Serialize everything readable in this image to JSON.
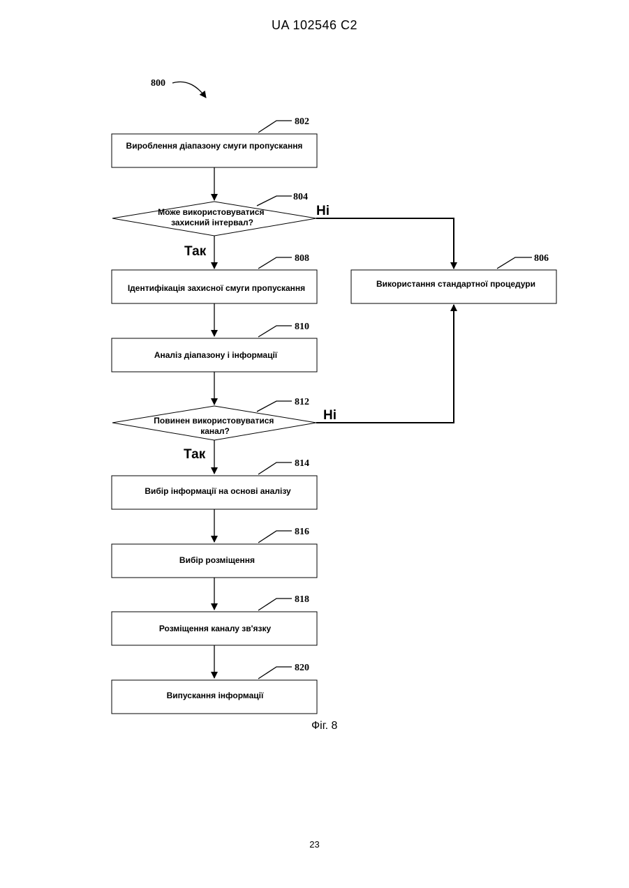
{
  "header": {
    "text": "UA   102546   C2"
  },
  "page_number": "23",
  "figure": {
    "ref": "800",
    "caption": "Фіг. 8",
    "steps": {
      "s802": {
        "ref": "802",
        "lines": [
          "Вироблення діапазону смуги пропускання"
        ]
      },
      "s804": {
        "ref": "804",
        "lines": [
          "Може використовуватися",
          "захисний інтервал?"
        ]
      },
      "s806": {
        "ref": "806",
        "lines": [
          "Використання стандартної процедури"
        ]
      },
      "s808": {
        "ref": "808",
        "lines": [
          "Ідентифікація захисної смуги пропускання"
        ]
      },
      "s810": {
        "ref": "810",
        "lines": [
          "Аналіз діапазону і інформації"
        ]
      },
      "s812": {
        "ref": "812",
        "lines": [
          "Повинен використовуватися",
          "канал?"
        ]
      },
      "s814": {
        "ref": "814",
        "lines": [
          "Вибір інформації на основі аналізу"
        ]
      },
      "s816": {
        "ref": "816",
        "lines": [
          "Вибір розміщення"
        ]
      },
      "s818": {
        "ref": "818",
        "lines": [
          "Розміщення каналу зв'язку"
        ]
      },
      "s820": {
        "ref": "820",
        "lines": [
          "Випускання інформації"
        ]
      }
    },
    "branches": {
      "b804_no": "Ні",
      "b804_yes": "Так",
      "b812_no": "Ні",
      "b812_yes": "Так"
    }
  }
}
